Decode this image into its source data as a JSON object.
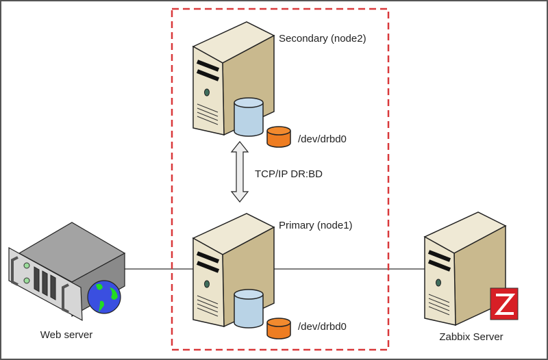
{
  "labels": {
    "secondary": "Secondary (node2)",
    "primary": "Primary (node1)",
    "device_secondary": "/dev/drbd0",
    "device_primary": "/dev/drbd0",
    "link": "TCP/IP DR:BD",
    "web_server": "Web server",
    "zabbix_server": "Zabbix Server",
    "zabbix_logo": "Z"
  },
  "colors": {
    "cluster_border": "#d9383a",
    "server_front": "#eee8d2",
    "server_side": "#c7b78b",
    "disk": "#b9d3e6",
    "device": "#ee7d22",
    "zabbix": "#d71f26",
    "globe_sea": "#3a4fe0",
    "globe_land": "#22dd22"
  }
}
